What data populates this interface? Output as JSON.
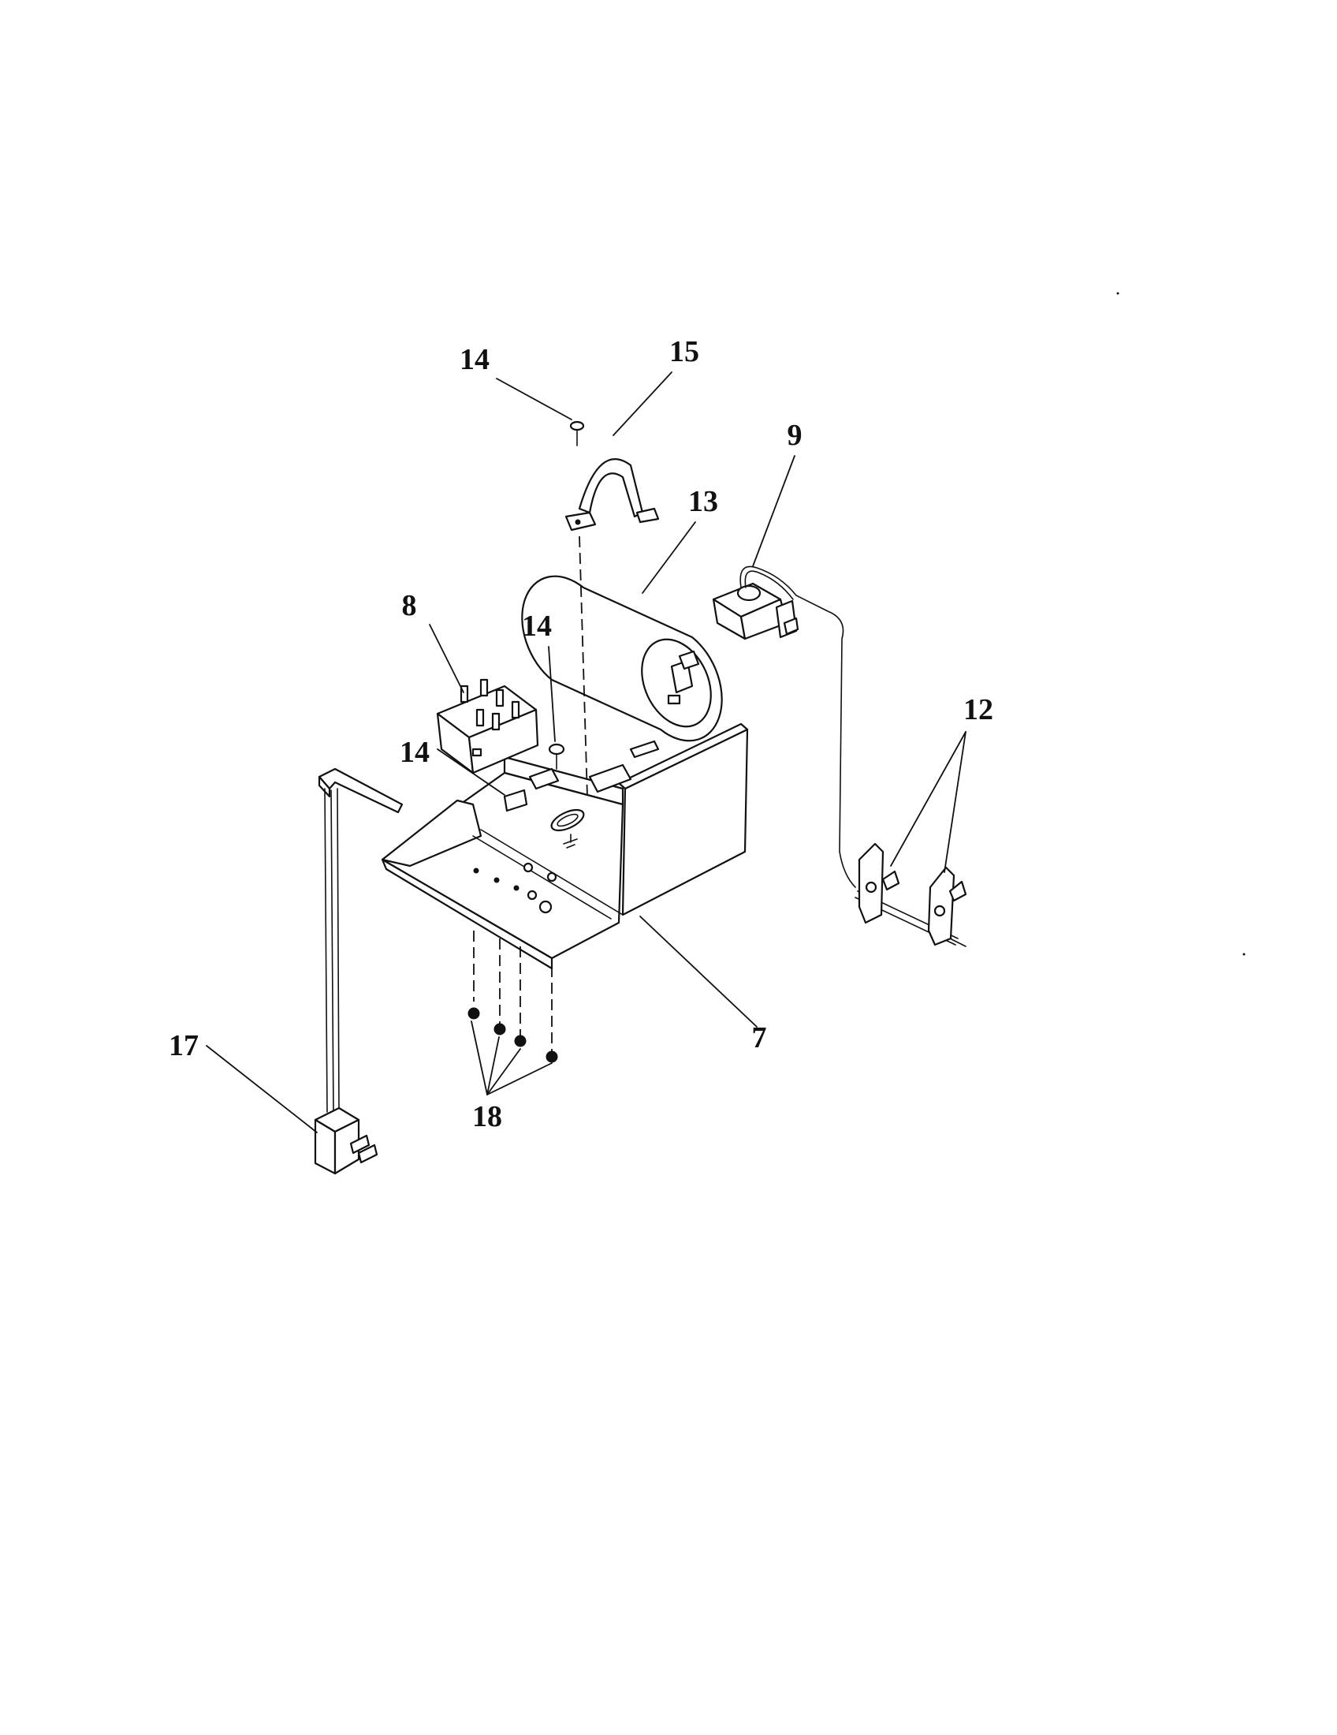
{
  "labels": {
    "l14_top": "14",
    "l15": "15",
    "l9": "9",
    "l13": "13",
    "l8": "8",
    "l14_mid": "14",
    "l14_left": "14",
    "l12": "12",
    "l17": "17",
    "l7": "7",
    "l18": "18"
  },
  "colors": {
    "line": "#111111",
    "paper": "#ffffff"
  }
}
